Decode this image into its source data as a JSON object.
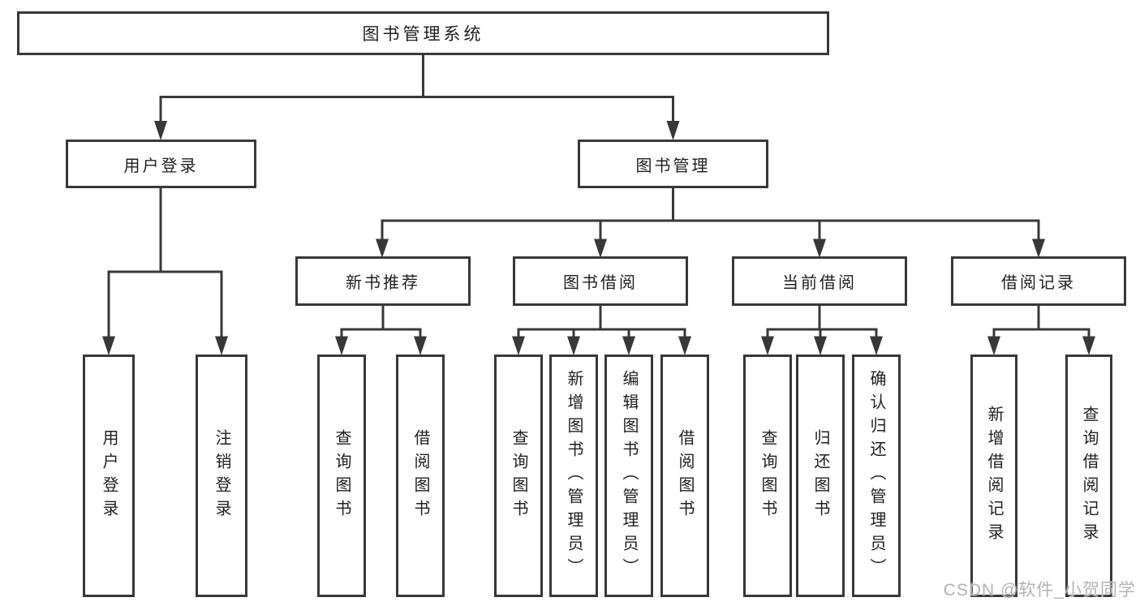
{
  "diagram_title": "图书管理系统",
  "nodes": {
    "root": "图书管理系统",
    "user_login": "用户登录",
    "book_management": "图书管理",
    "new_book_recommend": "新书推荐",
    "book_borrow": "图书借阅",
    "current_borrow": "当前借阅",
    "borrow_records": "借阅记录",
    "leaf_user_login": "用户登录",
    "leaf_logout": "注销登录",
    "leaf_nb_query": "查询图书",
    "leaf_nb_borrow": "借阅图书",
    "leaf_bb_query": "查询图书",
    "leaf_bb_add": "新增图书（管理员）",
    "leaf_bb_edit": "编辑图书（管理员）",
    "leaf_bb_borrow": "借阅图书",
    "leaf_cb_query": "查询图书",
    "leaf_cb_return": "归还图书",
    "leaf_cb_confirm": "确认归还（管理员）",
    "leaf_br_add": "新增借阅记录",
    "leaf_br_query": "查询借阅记录"
  },
  "hierarchy": {
    "图书管理系统": {
      "用户登录": [
        "用户登录",
        "注销登录"
      ],
      "图书管理": {
        "新书推荐": [
          "查询图书",
          "借阅图书"
        ],
        "图书借阅": [
          "查询图书",
          "新增图书（管理员）",
          "编辑图书（管理员）",
          "借阅图书"
        ],
        "当前借阅": [
          "查询图书",
          "归还图书",
          "确认归还（管理员）"
        ],
        "借阅记录": [
          "新增借阅记录",
          "查询借阅记录"
        ]
      }
    }
  },
  "watermark": "CSDN @软件_小贺同学",
  "colors": {
    "line": "#383838",
    "arrow": "#383838",
    "text": "#1f1f1f",
    "watermark": "#b3b3b3",
    "background": "#ffffff"
  }
}
